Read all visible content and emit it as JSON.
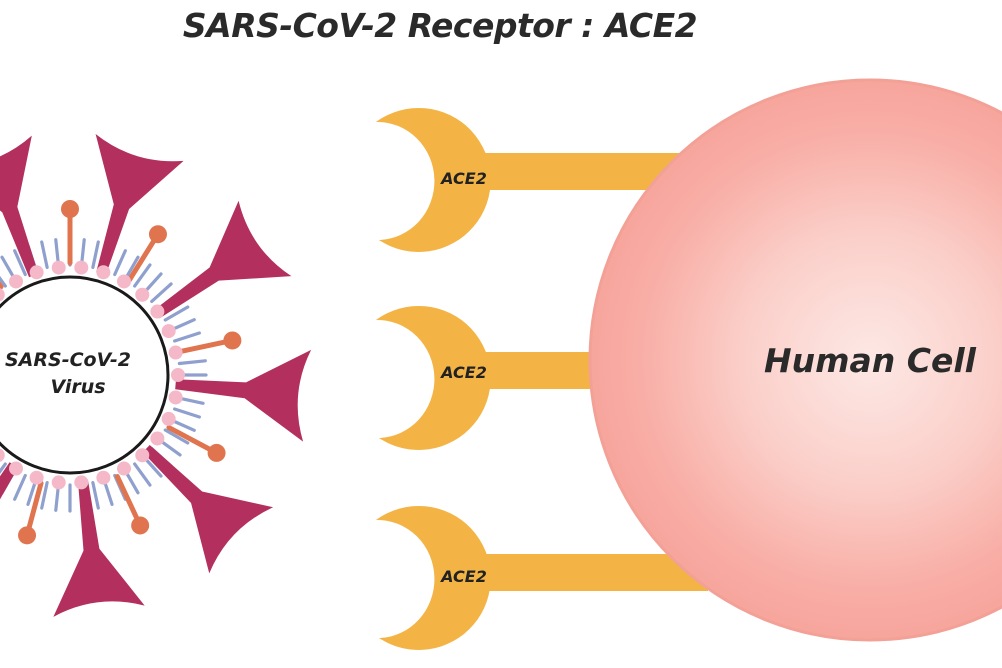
{
  "title": "SARS-CoV-2 Receptor : ACE2",
  "virus": {
    "label_line1": "SARS-CoV-2",
    "label_line2": "Virus"
  },
  "receptors": [
    {
      "label": "ACE2"
    },
    {
      "label": "ACE2"
    },
    {
      "label": "ACE2"
    }
  ],
  "cell": {
    "label": "Human Cell"
  },
  "colors": {
    "spike": "#b3305e",
    "small_protein": "#e0744f",
    "membrane_line": "#8fa0cf",
    "membrane_dots": "#f4b8c8",
    "envelope": "#1a1a1a",
    "receptor": "#f3b445",
    "cell_fill": "#f8aea6",
    "cell_core": "#fde4e1"
  }
}
